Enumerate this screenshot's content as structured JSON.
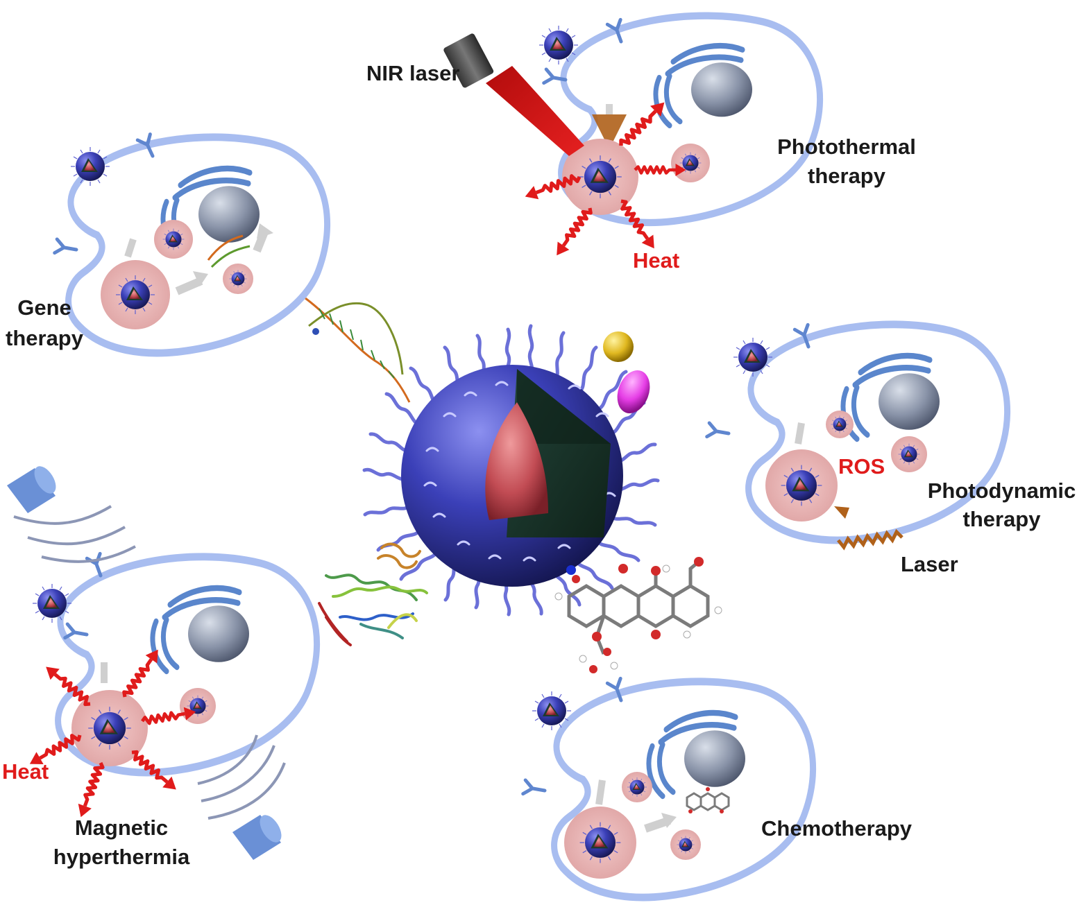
{
  "labels": {
    "nir_laser": "NIR laser",
    "photothermal_line1": "Photothermal",
    "photothermal_line2": "therapy",
    "heat_top": "Heat",
    "gene_line1": "Gene",
    "gene_line2": "therapy",
    "photodynamic_line1": "Photodynamic",
    "photodynamic_line2": "therapy",
    "ros": "ROS",
    "laser": "Laser",
    "heat_bottom": "Heat",
    "magnetic_line1": "Magnetic",
    "magnetic_line2": "hyperthermia",
    "chemotherapy": "Chemotherapy"
  },
  "colors": {
    "membrane": "#a8bdf0",
    "receptor": "#5f86cf",
    "golgi": "#5a86cc",
    "nucleus": "#8a97b0",
    "endosome": "#e8b3b3",
    "np_shell": "#3a3fb0",
    "np_core": "#c74e55",
    "np_middle": "#1e4030",
    "heat_arrow": "#e01b1b",
    "uptake_arrow": "#cfcfcf",
    "laser_beam": "#d11414",
    "wave": "#b0611a",
    "magnet": "#6a90d6"
  },
  "icons": [
    "cell-icon",
    "nanoparticle-icon",
    "dna-icon",
    "protein-icon",
    "drug-molecule-icon",
    "laser-device-icon",
    "magnet-icon",
    "heat-arrow-icon"
  ]
}
